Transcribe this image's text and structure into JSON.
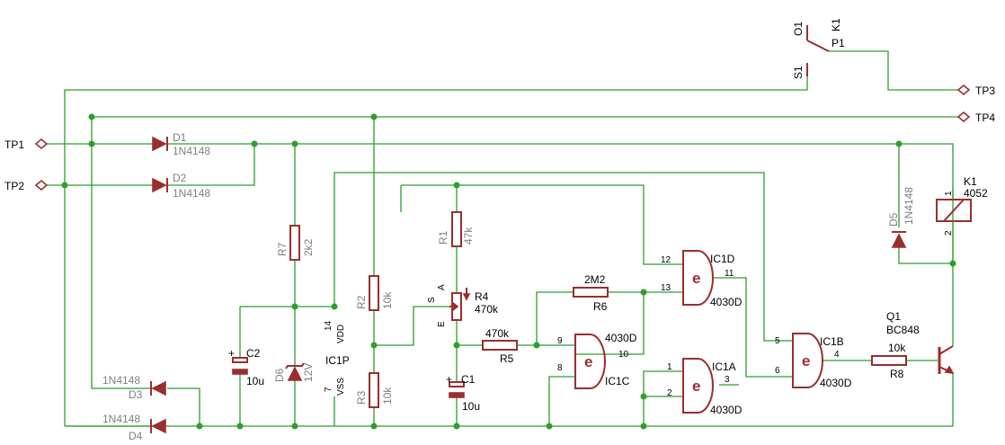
{
  "test_points": [
    {
      "id": "tp1",
      "label": "TP1"
    },
    {
      "id": "tp2",
      "label": "TP2"
    },
    {
      "id": "tp3",
      "label": "TP3"
    },
    {
      "id": "tp4",
      "label": "TP4"
    }
  ],
  "components": {
    "d1": {
      "ref": "D1",
      "value": "1N4148"
    },
    "d2": {
      "ref": "D2",
      "value": "1N4148"
    },
    "d3": {
      "ref": "D3",
      "value": "1N4148"
    },
    "d4": {
      "ref": "D4",
      "value": "1N4148"
    },
    "d5": {
      "ref": "D5",
      "value": "1N4148"
    },
    "d6": {
      "ref": "D6",
      "value": "12V"
    },
    "r1": {
      "ref": "R1",
      "value": "47k"
    },
    "r2": {
      "ref": "R2",
      "value": "10k"
    },
    "r3": {
      "ref": "R3",
      "value": "10k"
    },
    "r4": {
      "ref": "R4",
      "value": "470k",
      "pin_a": "A",
      "pin_s": "S",
      "pin_e": "E"
    },
    "r5": {
      "ref": "R5",
      "value": "470k"
    },
    "r6": {
      "ref": "R6",
      "value": "2M2"
    },
    "r7": {
      "ref": "R7",
      "value": "2k2"
    },
    "r8": {
      "ref": "R8",
      "value": "10k"
    },
    "c1": {
      "ref": "C1",
      "value": "10u",
      "plus": "+"
    },
    "c2": {
      "ref": "C2",
      "value": "10u",
      "plus": "+"
    },
    "q1": {
      "ref": "Q1",
      "value": "BC848"
    },
    "k1": {
      "ref": "K1",
      "value": "4052",
      "pin1": "1",
      "pin2": "2"
    },
    "k1_switch": {
      "ref": "K1",
      "p1": "P1",
      "o1": "O1",
      "s1": "S1"
    },
    "ic1p": {
      "ref": "IC1P",
      "vdd_pin": "14",
      "vdd": "VDD",
      "vss_pin": "7",
      "vss": "VSS"
    },
    "ic1a": {
      "ref": "IC1A",
      "value": "4030D",
      "symbol": "e",
      "in1": "1",
      "in2": "2",
      "out": "3"
    },
    "ic1b": {
      "ref": "IC1B",
      "value": "4030D",
      "symbol": "e",
      "in1": "5",
      "in2": "6",
      "out": "4"
    },
    "ic1c": {
      "ref": "IC1C",
      "value": "4030D",
      "symbol": "e",
      "in1": "9",
      "in2": "8",
      "out": "10"
    },
    "ic1d": {
      "ref": "IC1D",
      "value": "4030D",
      "symbol": "e",
      "in1": "12",
      "in2": "13",
      "out": "11"
    }
  },
  "colors": {
    "wire": "#2e9e2e",
    "component": "#9a2e2e",
    "label": "#808080",
    "pin": "#000000"
  }
}
